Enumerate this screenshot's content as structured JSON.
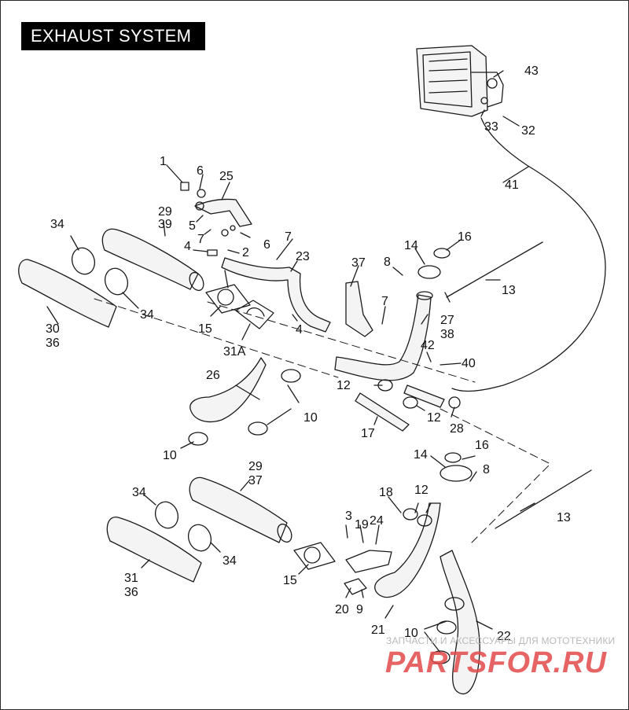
{
  "title": "EXHAUST SYSTEM",
  "watermark": {
    "tagline": "ЗАПЧАСТИ И АКСЕССУАРЫ ДЛЯ МОТОТЕХНИКИ",
    "brand": "PARTSFOR.RU",
    "color": "#e24a4a"
  },
  "callouts": [
    "1",
    "6",
    "25",
    "5",
    "7",
    "6",
    "2",
    "7",
    "4",
    "23",
    "29",
    "39",
    "34",
    "34",
    "30",
    "36",
    "15",
    "31A",
    "4",
    "37",
    "8",
    "7",
    "14",
    "16",
    "13",
    "27",
    "38",
    "42",
    "40",
    "43",
    "33",
    "32",
    "41",
    "26",
    "10",
    "10",
    "12",
    "12",
    "17",
    "28",
    "14",
    "16",
    "8",
    "13",
    "29",
    "37",
    "34",
    "34",
    "31",
    "36",
    "15",
    "3",
    "19",
    "24",
    "18",
    "12",
    "20",
    "9",
    "21",
    "10",
    "22"
  ]
}
